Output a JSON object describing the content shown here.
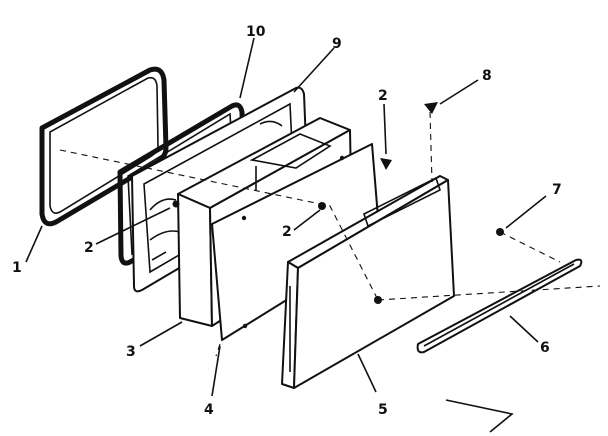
{
  "diagram": {
    "callouts": [
      {
        "id": "part-1",
        "label": "1"
      },
      {
        "id": "part-2a",
        "label": "2"
      },
      {
        "id": "part-2b",
        "label": "2"
      },
      {
        "id": "part-2c",
        "label": "2"
      },
      {
        "id": "part-3",
        "label": "3"
      },
      {
        "id": "part-4",
        "label": "4"
      },
      {
        "id": "part-5",
        "label": "5"
      },
      {
        "id": "part-6",
        "label": "6"
      },
      {
        "id": "part-7",
        "label": "7"
      },
      {
        "id": "part-8",
        "label": "8"
      },
      {
        "id": "part-9",
        "label": "9"
      },
      {
        "id": "part-10",
        "label": "10"
      }
    ],
    "colors": {
      "ink": "#111111",
      "paper": "#ffffff"
    }
  }
}
